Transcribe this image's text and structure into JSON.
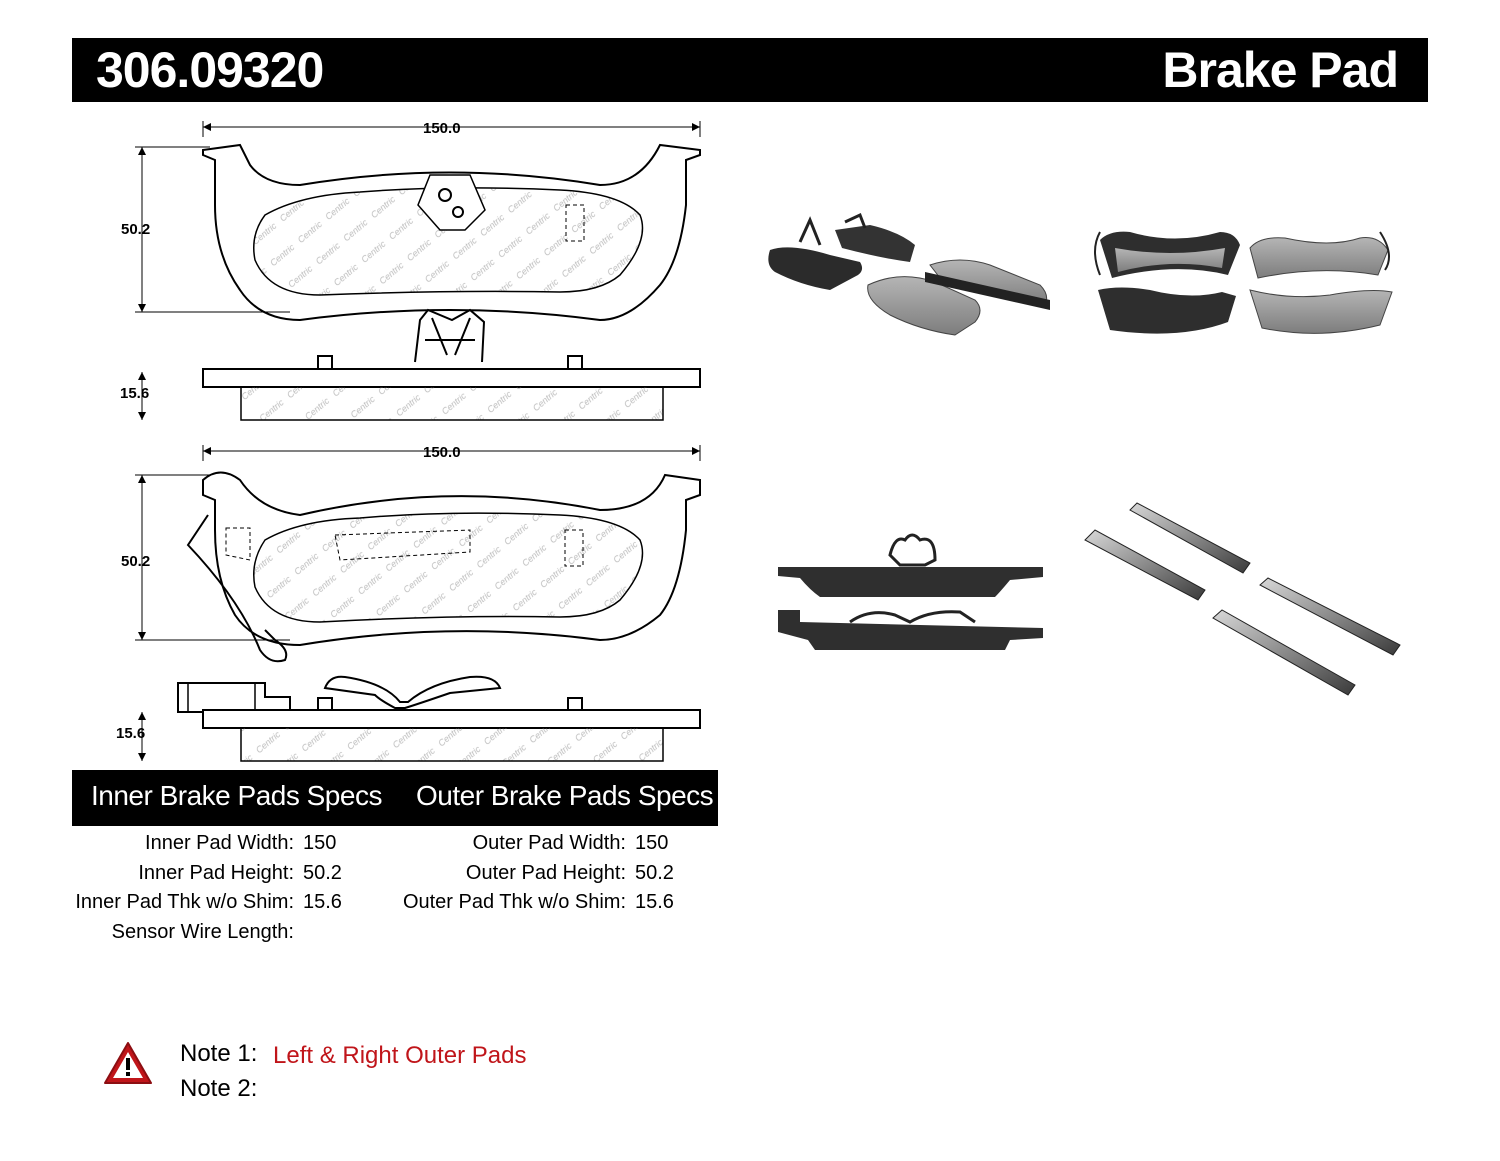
{
  "header": {
    "part_number": "306.09320",
    "title": "Brake Pad"
  },
  "dimensions": {
    "width_top": "150.0",
    "height_top": "50.2",
    "thickness_top": "15.6",
    "width_bottom": "150.0",
    "height_bottom": "50.2",
    "thickness_bottom": "15.6"
  },
  "specs": {
    "inner_heading": "Inner Brake Pads Specs",
    "outer_heading": "Outer Brake Pads Specs",
    "inner": [
      {
        "label": "Inner Pad Width:",
        "value": "150"
      },
      {
        "label": "Inner Pad Height:",
        "value": "50.2"
      },
      {
        "label": "Inner Pad Thk w/o Shim:",
        "value": "15.6"
      },
      {
        "label": "Sensor Wire Length:",
        "value": ""
      }
    ],
    "outer": [
      {
        "label": "Outer Pad Width:",
        "value": "150"
      },
      {
        "label": "Outer Pad Height:",
        "value": "50.2"
      },
      {
        "label": "Outer Pad Thk w/o Shim:",
        "value": "15.6"
      }
    ]
  },
  "notes": [
    {
      "label": "Note 1:",
      "text": "Left & Right Outer Pads"
    },
    {
      "label": "Note 2:",
      "text": ""
    }
  ],
  "colors": {
    "header_bg": "#000000",
    "note_text": "#c0151a",
    "warning_red": "#c0151a",
    "pad_gray": "#8c8c8c"
  },
  "icons": {
    "warning": "warning-triangle-icon"
  }
}
